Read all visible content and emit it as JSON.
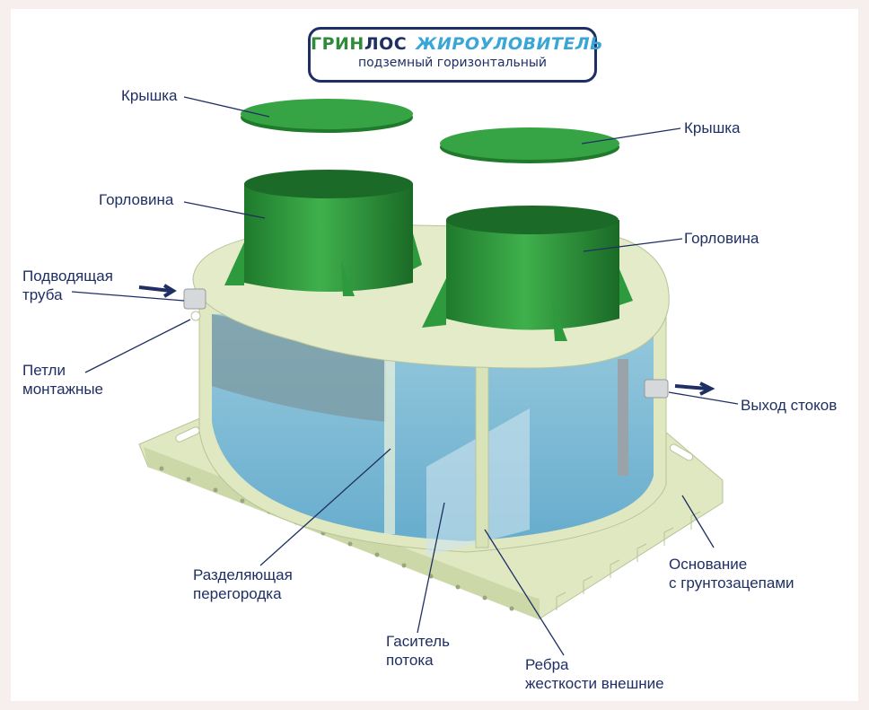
{
  "title": {
    "brand_green": "ГРИН",
    "brand_dark": "ЛОС",
    "product": "ЖИРОУЛОВИТЕЛЬ",
    "subtitle": "подземный горизонтальный"
  },
  "labels": {
    "lid_left": "Крышка",
    "lid_right": "Крышка",
    "neck_left": "Горловина",
    "neck_right": "Горловина",
    "inlet_1": "Подводящая",
    "inlet_2": "труба",
    "loops_1": "Петли",
    "loops_2": "монтажные",
    "outlet": "Выход стоков",
    "partition_1": "Разделяющая",
    "partition_2": "перегородка",
    "damper_1": "Гаситель",
    "damper_2": "потока",
    "ribs_1": "Ребра",
    "ribs_2": "жесткости внешние",
    "base_1": "Основание",
    "base_2": "с грунтозацепами"
  },
  "colors": {
    "green": "#2e9a3e",
    "navy": "#1f2f63",
    "body": "#e3ebc8",
    "water": "#6fb3d6"
  }
}
